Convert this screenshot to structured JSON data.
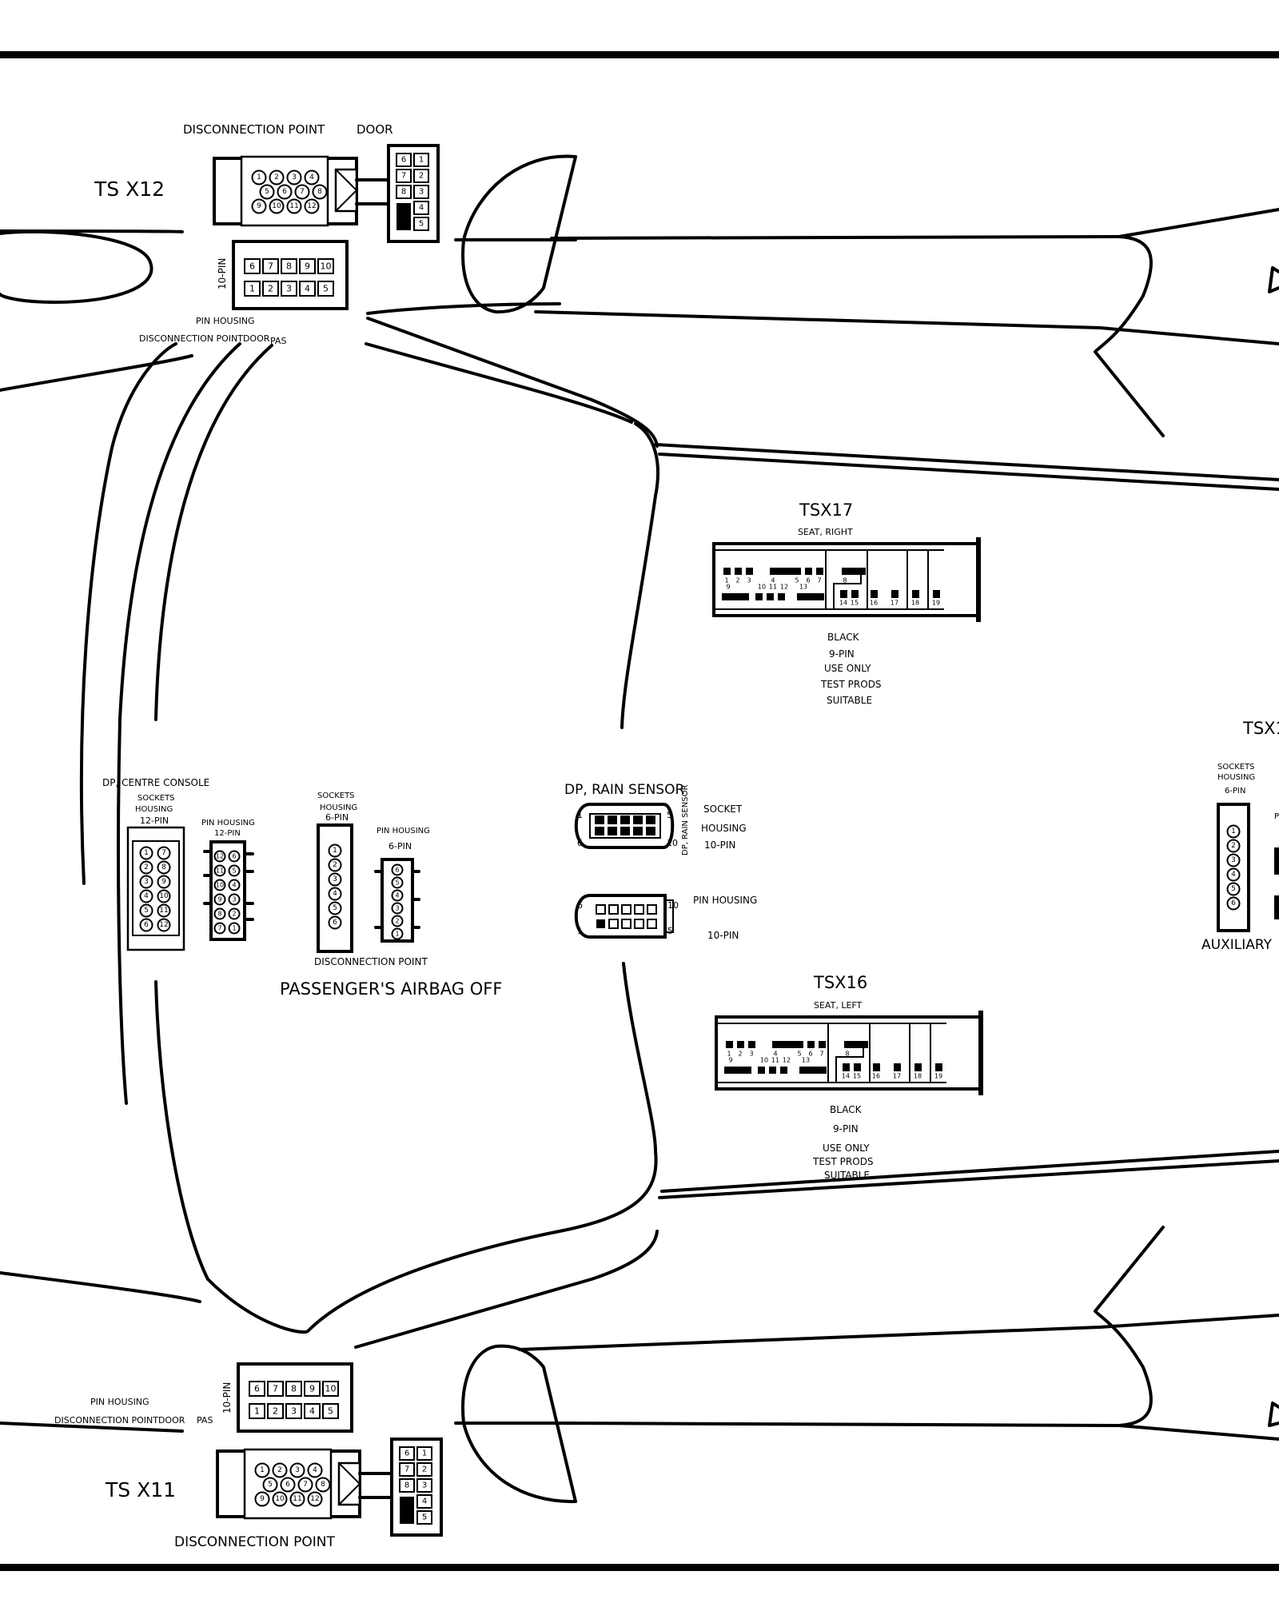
{
  "colors": {
    "ink": "#000000",
    "paper": "#ffffff"
  },
  "ts_x12": {
    "title": "TS X12",
    "header_left": "DISCONNECTION POINT",
    "header_right": "DOOR",
    "pins_round": [
      "1",
      "2",
      "3",
      "4",
      "5",
      "6",
      "7",
      "8",
      "9",
      "10",
      "11",
      "12"
    ],
    "pins_socket": [
      "6",
      "1",
      "7",
      "2",
      "8",
      "3",
      "4",
      "5"
    ],
    "pin_housing_label": "10-PIN",
    "pins_housing": [
      "6",
      "7",
      "8",
      "9",
      "10",
      "1",
      "2",
      "3",
      "4",
      "5"
    ],
    "footer_1": "PIN HOUSING",
    "footer_2": "DISCONNECTION POINTDOOR",
    "footer_3": "PAS"
  },
  "ts_x11": {
    "title": "TS X11",
    "footer": "DISCONNECTION POINT",
    "label_1": "PIN HOUSING",
    "label_2": "DISCONNECTION POINTDOOR",
    "label_3": "PAS",
    "pin_housing_label": "10-PIN",
    "pins_housing": [
      "6",
      "7",
      "8",
      "9",
      "10",
      "1",
      "2",
      "3",
      "4",
      "5"
    ],
    "pins_round": [
      "1",
      "2",
      "3",
      "4",
      "5",
      "6",
      "7",
      "8",
      "9",
      "10",
      "11",
      "12"
    ],
    "pins_socket": [
      "6",
      "1",
      "7",
      "2",
      "8",
      "3",
      "4",
      "5"
    ]
  },
  "tsx17": {
    "title": "TSX17",
    "subtitle": "SEAT, RIGHT",
    "pins_top": [
      "1",
      "2",
      "3",
      "4",
      "5",
      "6",
      "7",
      "8"
    ],
    "pins_mid": [
      "9",
      "10",
      "11",
      "12",
      "13"
    ],
    "pins_bottom": [
      "14",
      "15",
      "16",
      "17",
      "18",
      "19"
    ],
    "note_1": "BLACK",
    "note_2": "9-PIN",
    "note_3": "USE ONLY",
    "note_4": "TEST PRODS",
    "note_5": "SUITABLE"
  },
  "tsx16": {
    "title": "TSX16",
    "subtitle": "SEAT, LEFT",
    "pins_top": [
      "1",
      "2",
      "3",
      "4",
      "5",
      "6",
      "7",
      "8"
    ],
    "pins_mid": [
      "9",
      "10",
      "11",
      "12",
      "13"
    ],
    "pins_bottom": [
      "14",
      "15",
      "16",
      "17",
      "18",
      "19"
    ],
    "note_1": "BLACK",
    "note_2": "9-PIN",
    "note_3": "USE ONLY",
    "note_4": "TEST PRODS",
    "note_5": "SUITABLE"
  },
  "centre_console": {
    "title": "DP, CENTRE CONSOLE",
    "sockets_1": "SOCKETS",
    "sockets_2": "HOUSING",
    "sockets_3": "12-PIN",
    "pins_1": "PIN HOUSING",
    "pins_2": "12-PIN",
    "socket_pins": [
      "1",
      "7",
      "2",
      "8",
      "3",
      "9",
      "4",
      "10",
      "5",
      "11",
      "6",
      "12"
    ],
    "pin_pins": [
      "12",
      "6",
      "11",
      "5",
      "10",
      "4",
      "9",
      "3",
      "8",
      "2",
      "7",
      "1"
    ]
  },
  "airbag": {
    "sockets_1": "SOCKETS",
    "sockets_2": "HOUSING",
    "sockets_3": "6-PIN",
    "pins_1": "PIN HOUSING",
    "pins_2": "6-PIN",
    "socket_pins": [
      "1",
      "2",
      "3",
      "4",
      "5",
      "6"
    ],
    "pin_pins": [
      "6",
      "5",
      "4",
      "3",
      "2",
      "1"
    ],
    "footer": "DISCONNECTION POINT",
    "title": "PASSENGER'S AIRBAG OFF"
  },
  "rain_sensor": {
    "title": "DP, RAIN SENSOR",
    "socket_1": "SOCKET",
    "socket_2": "HOUSING",
    "socket_3": "10-PIN",
    "side_label": "DP, RAIN SENSOR",
    "s_tl": "1",
    "s_bl": "6",
    "s_tr": "5",
    "s_br": "10",
    "p_tl": "6",
    "p_bl": "1",
    "p_tr": "10",
    "p_br": "5",
    "pin_1": "PIN HOUSING",
    "pin_2": "10-PIN"
  },
  "auxiliary": {
    "title_partial": "TSX1",
    "sockets_1": "SOCKETS",
    "sockets_2": "HOUSING",
    "sockets_3": "6-PIN",
    "pins": [
      "1",
      "2",
      "3",
      "4",
      "5",
      "6"
    ],
    "footer": "AUXILIARY",
    "edge_label": "P"
  }
}
